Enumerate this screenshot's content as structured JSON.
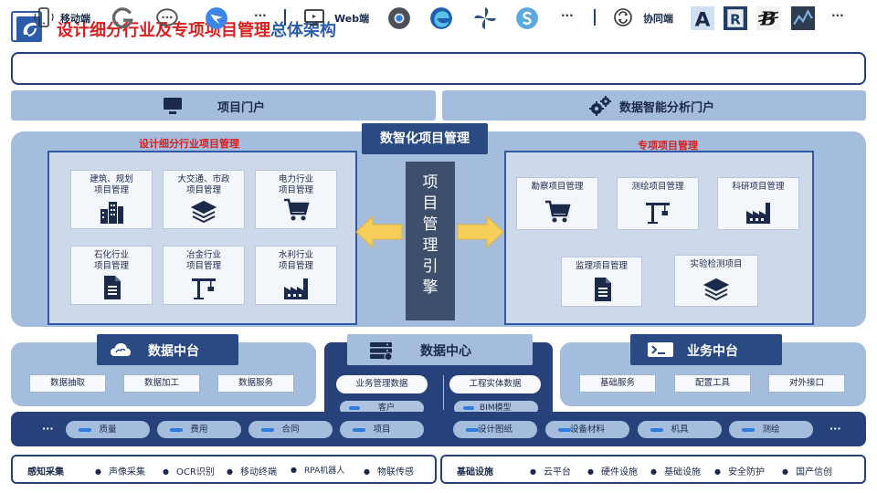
{
  "header": {
    "title_red": "设计细分行业及专项项目管理",
    "title_blue": "总体架构"
  },
  "clients": {
    "mobile_label": "移动端",
    "web_label": "Web端",
    "collab_label": "协同端",
    "more": "···"
  },
  "portals": {
    "project_portal": "项目门户",
    "analytics_portal": "数据智能分析门户"
  },
  "management": {
    "center_title": "数智化项目管理",
    "left_title": "设计细分行业项目管理",
    "right_title": "专项项目管理",
    "engine_chars": [
      "项",
      "目",
      "管",
      "理",
      "引",
      "擎"
    ],
    "left_cards": [
      {
        "line1": "建筑、规划",
        "line2": "项目管理"
      },
      {
        "line1": "大交通、市政",
        "line2": "项目管理"
      },
      {
        "line1": "电力行业",
        "line2": "项目管理"
      },
      {
        "line1": "石化行业",
        "line2": "项目管理"
      },
      {
        "line1": "冶金行业",
        "line2": "项目管理"
      },
      {
        "line1": "水利行业",
        "line2": "项目管理"
      }
    ],
    "right_cards": [
      {
        "label": "勘察项目管理"
      },
      {
        "label": "测绘项目管理"
      },
      {
        "label": "科研项目管理"
      },
      {
        "label": "监理项目管理"
      },
      {
        "label": "实验检测项目"
      }
    ]
  },
  "middle": {
    "data_platform": {
      "title": "数据中台",
      "items": [
        "数据抽取",
        "数据加工",
        "数据服务"
      ]
    },
    "data_center": {
      "title": "数据中心",
      "left_main": "业务管理数据",
      "left_sub": "客户",
      "right_main": "工程实体数据",
      "right_sub": "BIM模型"
    },
    "business_platform": {
      "title": "业务中台",
      "items": [
        "基础服务",
        "配置工具",
        "对外接口"
      ]
    }
  },
  "data_bar": {
    "items": [
      "质量",
      "费用",
      "合同",
      "项目",
      "设计图纸",
      "设备材料",
      "机具",
      "测绘"
    ],
    "more": "···"
  },
  "bottom": {
    "sensing_title": "感知采集",
    "sensing_items": [
      "声像采集",
      "OCR识别",
      "移动终端",
      "RPA机器人",
      "物联传感"
    ],
    "infra_title": "基础设施",
    "infra_items": [
      "云平台",
      "硬件设施",
      "基础设施",
      "安全防护",
      "国产信创"
    ]
  },
  "colors": {
    "navy": "#27427a",
    "panel": "#a5bddc",
    "title_red": "#d7201f",
    "title_blue": "#2b5dab",
    "arrow": "#f5cf5a"
  }
}
